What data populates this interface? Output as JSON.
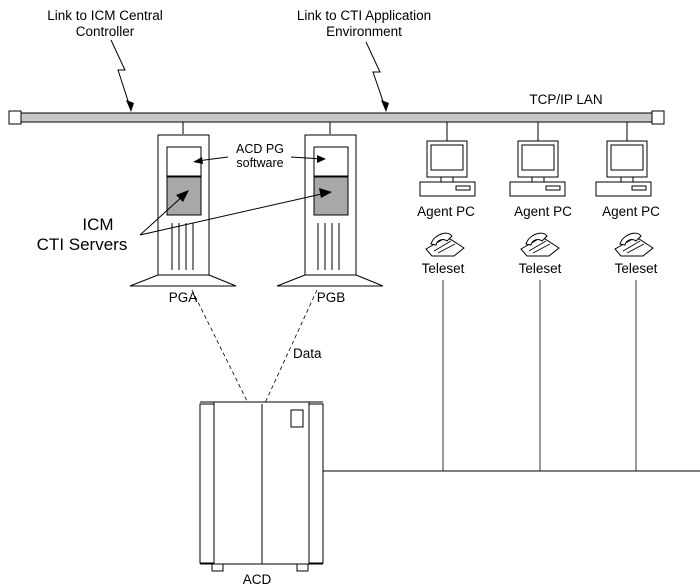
{
  "labels": {
    "link_icm_line1": "Link to ICM Central",
    "link_icm_line2": "Controller",
    "link_cti_line1": "Link to CTI Application",
    "link_cti_line2": "Environment",
    "lan": "TCP/IP LAN",
    "acd_pg_line1": "ACD PG",
    "acd_pg_line2": "software",
    "cti_line1": "ICM",
    "cti_line2": "CTI Servers",
    "pga": "PGA",
    "pgb": "PGB",
    "data": "Data",
    "acd": "ACD",
    "agent_pc": "Agent PC",
    "teleset": "Teleset"
  },
  "agents": [
    {
      "pc_label": "Agent PC",
      "phone_label": "Teleset"
    },
    {
      "pc_label": "Agent PC",
      "phone_label": "Teleset"
    },
    {
      "pc_label": "Agent PC",
      "phone_label": "Teleset"
    }
  ],
  "colors": {
    "lan_bar": "#c8c8c8",
    "server_panel": "#a8a8a8",
    "ink": "#000000"
  },
  "icons": [
    "lightning-bolt-icon",
    "server-tower-icon",
    "desktop-pc-icon",
    "telephone-icon",
    "acd-cabinet-icon"
  ]
}
